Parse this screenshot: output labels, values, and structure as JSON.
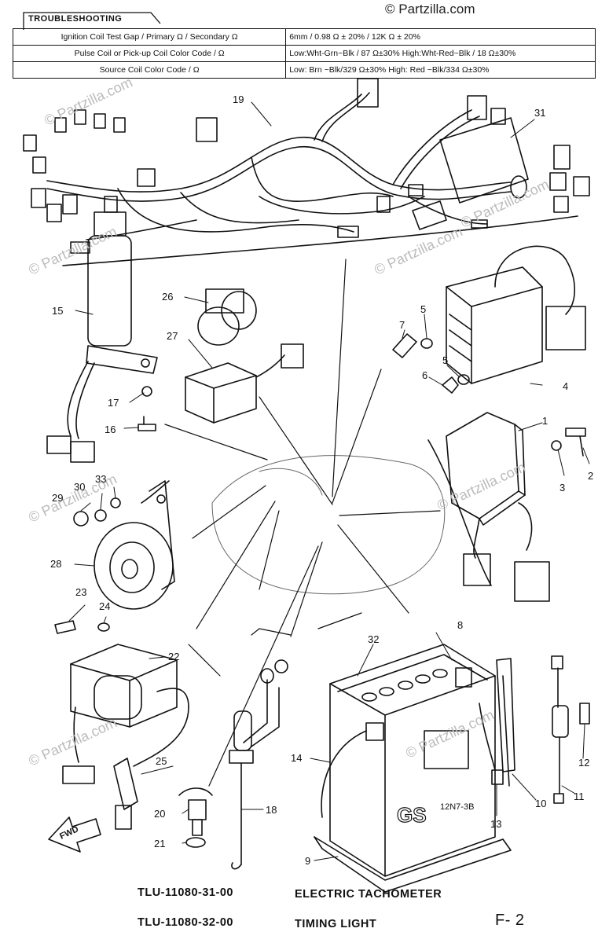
{
  "troubleshooting": {
    "title": "TROUBLESHOOTING",
    "rows": [
      {
        "label": "Ignition Coil Test Gap / Primary Ω / Secondary Ω",
        "value": "6mm / 0.98 Ω ± 20% / 12K Ω ± 20%"
      },
      {
        "label": "Pulse Coil or Pick-up Coil Color Code / Ω",
        "value": "Low:Wht-Grn~Blk / 87 Ω±30%  High:Wht-Red~Blk / 18 Ω±30%"
      },
      {
        "label": "Source Coil Color Code / Ω",
        "value": "Low: Brn ~Blk/329 Ω±30%  High: Red ~Blk/334 Ω±30%"
      }
    ]
  },
  "watermark": "© Partzilla.com",
  "callouts": {
    "n1": "1",
    "n2": "2",
    "n3": "3",
    "n4": "4",
    "n5a": "5",
    "n5b": "5",
    "n6": "6",
    "n7": "7",
    "n8": "8",
    "n9": "9",
    "n10": "10",
    "n11": "11",
    "n12": "12",
    "n13": "13",
    "n14": "14",
    "n15": "15",
    "n16": "16",
    "n17": "17",
    "n18": "18",
    "n19": "19",
    "n20": "20",
    "n21": "21",
    "n22": "22",
    "n23": "23",
    "n24": "24",
    "n25": "25",
    "n26": "26",
    "n27": "27",
    "n28": "28",
    "n29": "29",
    "n30": "30",
    "n31": "31",
    "n32": "32",
    "n33": "33"
  },
  "fwd_label": "FWD",
  "battery": {
    "brand": "GS",
    "model": "12N7-3B"
  },
  "tools": [
    {
      "part_no": "TLU-11080-31-00",
      "name": "ELECTRIC TACHOMETER"
    },
    {
      "part_no": "TLU-11080-32-00",
      "name": "TIMING LIGHT"
    }
  ],
  "page_label": "F- 2"
}
